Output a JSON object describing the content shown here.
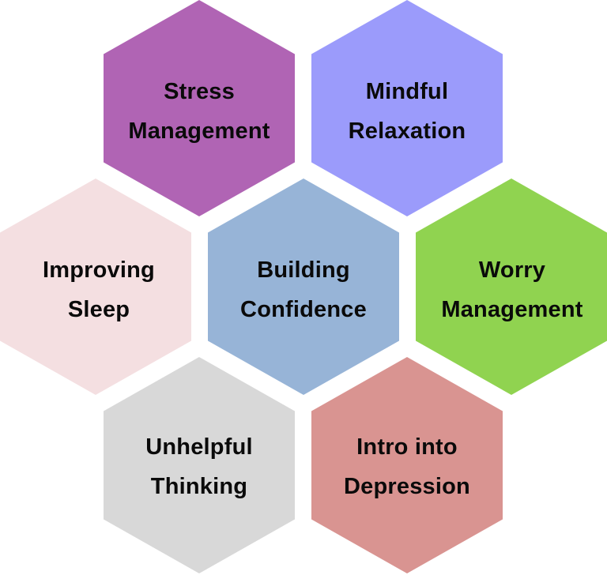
{
  "hexagons": [
    {
      "id": "stress",
      "color": "#b064b4",
      "lines": [
        "Stress",
        "Management"
      ]
    },
    {
      "id": "mindful",
      "color": "#9b9bfb",
      "lines": [
        "Mindful",
        "Relaxation"
      ]
    },
    {
      "id": "sleep",
      "color": "#f4dfe1",
      "lines": [
        "Improving",
        "Sleep"
      ]
    },
    {
      "id": "confidence",
      "color": "#97b4d7",
      "lines": [
        "Building",
        "Confidence"
      ]
    },
    {
      "id": "worry",
      "color": "#90d350",
      "lines": [
        "Worry",
        "Management"
      ]
    },
    {
      "id": "unhelpful",
      "color": "#d8d8d8",
      "lines": [
        "Unhelpful",
        "Thinking"
      ]
    },
    {
      "id": "depression",
      "color": "#d99491",
      "lines": [
        "Intro into",
        "Depression"
      ]
    }
  ]
}
